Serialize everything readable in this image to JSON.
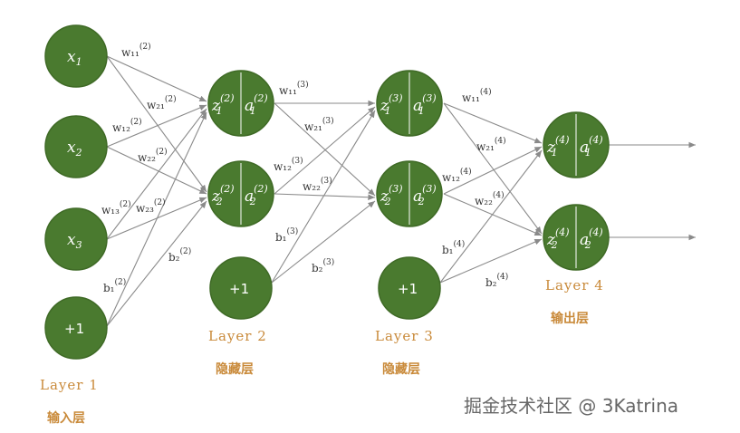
{
  "layers": [
    {
      "name": "Layer 1",
      "role": "输入层"
    },
    {
      "name": "Layer 2",
      "role": "隐藏层"
    },
    {
      "name": "Layer 3",
      "role": "隐藏层"
    },
    {
      "name": "Layer 4",
      "role": "输出层"
    }
  ],
  "inputs": [
    {
      "base": "x",
      "sub": "1"
    },
    {
      "base": "x",
      "sub": "2"
    },
    {
      "base": "x",
      "sub": "3"
    }
  ],
  "bias_label": "+1",
  "hidden2": [
    {
      "z": "z",
      "a": "a",
      "sup": "(2)",
      "sub": "1"
    },
    {
      "z": "z",
      "a": "a",
      "sup": "(2)",
      "sub": "2"
    }
  ],
  "hidden3": [
    {
      "z": "z",
      "a": "a",
      "sup": "(3)",
      "sub": "1"
    },
    {
      "z": "z",
      "a": "a",
      "sup": "(3)",
      "sub": "2"
    }
  ],
  "outputs": [
    {
      "z": "z",
      "a": "a",
      "sup": "(4)",
      "sub": "1"
    },
    {
      "z": "z",
      "a": "a",
      "sup": "(4)",
      "sub": "2"
    }
  ],
  "weights": {
    "l2": [
      "w₁₁",
      "w₂₁",
      "w₁₂",
      "w₂₂",
      "w₁₃",
      "w₂₃"
    ],
    "l2_sup": "(2)",
    "l3": [
      "w₁₁",
      "w₂₁",
      "w₁₂",
      "w₂₂"
    ],
    "l3_sup": "(3)",
    "l4": [
      "w₁₁",
      "w₂₁",
      "w₁₂",
      "w₂₂"
    ],
    "l4_sup": "(4)"
  },
  "biases": {
    "b2": [
      "b₁",
      "b₂"
    ],
    "b2_sup": "(2)",
    "b3": [
      "b₁",
      "b₂"
    ],
    "b3_sup": "(3)",
    "b4": [
      "b₁",
      "b₂"
    ],
    "b4_sup": "(4)"
  },
  "watermark": "掘金技术社区 @ 3Katrina",
  "colors": {
    "node": "#4a7a2f",
    "edge": "#8a8a8a",
    "layer_text": "#c98a3a"
  }
}
